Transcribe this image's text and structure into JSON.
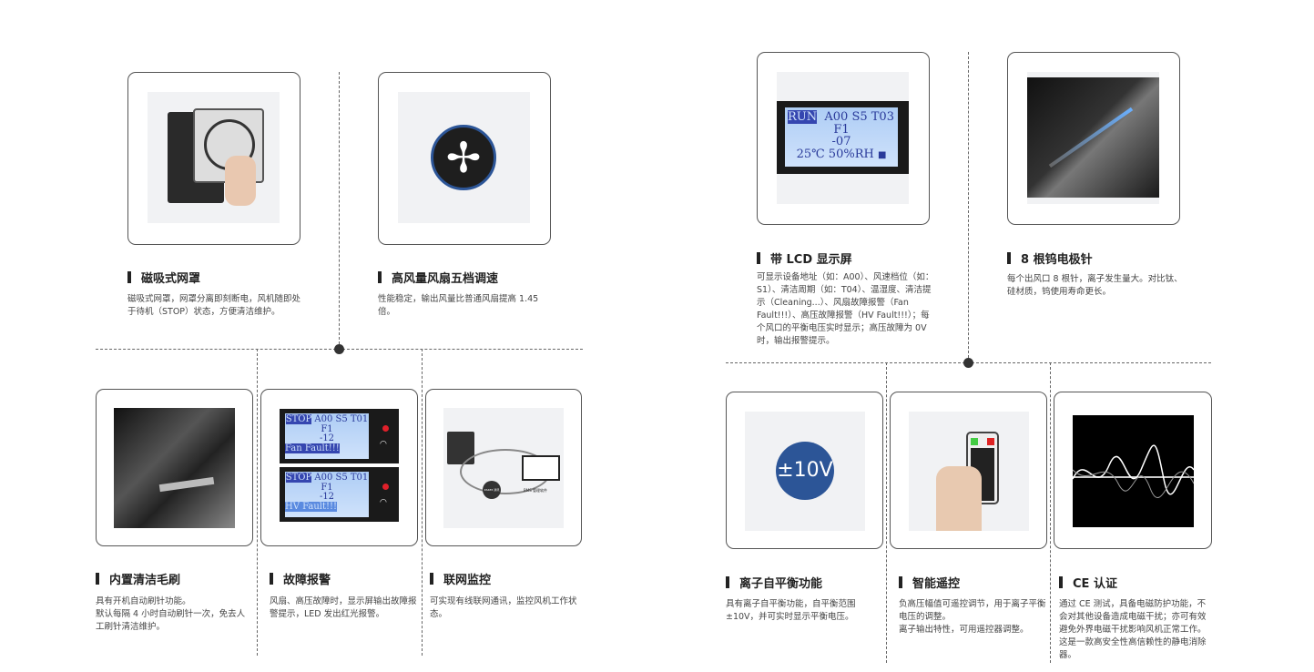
{
  "features": {
    "magnetic_cover": {
      "title": "磁吸式网罩",
      "desc": "磁吸式网罩，网罩分离即刻断电，风机随即处于待机（STOP）状态，方便清洁维护。"
    },
    "fan_speed": {
      "title": "高风量风扇五档调速",
      "desc": "性能稳定，输出风量比普通风扇提高 1.45 倍。"
    },
    "brush": {
      "title": "内置清洁毛刷",
      "desc": "具有开机自动刷针功能。\n默认每隔 4 小时自动刷针一次，免去人工刷针清洁维护。"
    },
    "fault_alarm": {
      "title": "故障报警",
      "desc": "风扇、高压故障时，显示屏输出故障报警提示，LED 发出红光报警。",
      "lcd1": {
        "mode": "STOP",
        "line1": "A00 S5 T01",
        "line2": "F1",
        "line3": "-12",
        "line4": "Fan Fault!!!"
      },
      "lcd2": {
        "mode": "STOP",
        "line1": "A00 S5 T01",
        "line2": "F1",
        "line3": "-12",
        "line4": "HV Fault!!!"
      }
    },
    "network": {
      "title": "联网监控",
      "desc": "可实现有线联网通讯，监控风机工作状态。",
      "comm_label": "RS485 通讯",
      "software_label": "BMS 管理软件"
    },
    "lcd": {
      "title": "带 LCD 显示屏",
      "desc": "可显示设备地址（如：A00）、风速档位（如：S1）、清洁周期（如：T04）、温湿度、清洁提示（Cleaning...）、风扇故障报警（Fan Fault!!!）、高压故障报警（HV Fault!!!）；每个风口的平衡电压实时显示；高压故障为 0V 时，输出报警提示。",
      "screen": {
        "mode": "RUN",
        "line1": "A00 S5 T03",
        "line2": "F1",
        "line3": "-07",
        "line4": "25℃ 50%RH"
      }
    },
    "electrodes": {
      "title": "8 根钨电极针",
      "desc": "每个出风口 8 根针，离子发生量大。对比钛、硅材质，钨使用寿命更长。"
    },
    "balance": {
      "title": "离子自平衡功能",
      "desc": "具有离子自平衡功能，自平衡范围±10V，并可实时显示平衡电压。",
      "badge": "±10V"
    },
    "remote": {
      "title": "智能遥控",
      "desc": "负高压幅值可遥控调节，用于离子平衡电压的调整。\n离子输出特性，可用遥控器调整。"
    },
    "ce": {
      "title": "CE 认证",
      "desc": "通过 CE 测试，具备电磁防护功能，不会对其他设备造成电磁干扰；亦可有效避免外界电磁干扰影响风机正常工作。这是一款高安全性高信赖性的静电消除器。"
    }
  },
  "colors": {
    "accent_blue": "#2c5597",
    "lcd_text": "#2a3a9a",
    "led_red": "#e0202a"
  }
}
